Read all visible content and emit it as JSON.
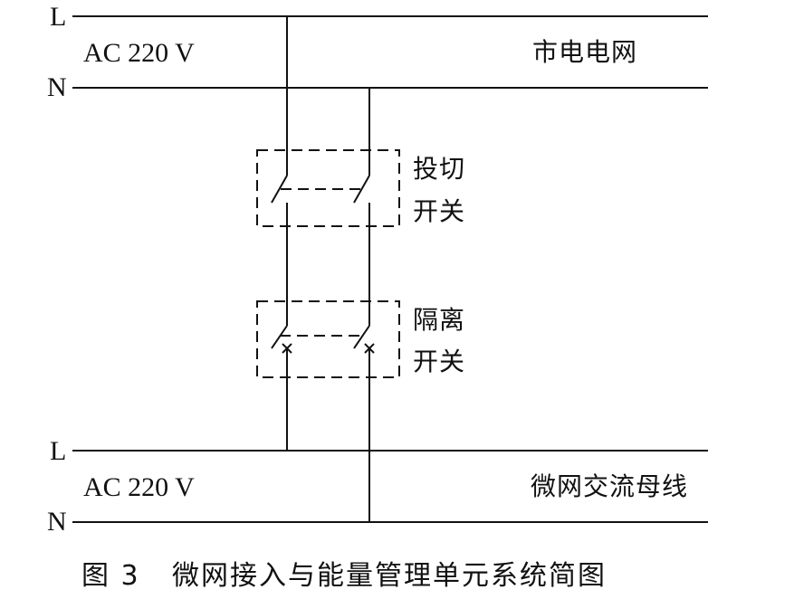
{
  "grid": {
    "l_label": "L",
    "n_label": "N",
    "voltage": "AC 220 V",
    "name": "市电电网"
  },
  "bus": {
    "l_label": "L",
    "n_label": "N",
    "voltage": "AC 220 V",
    "name": "微网交流母线"
  },
  "transfer_switch": {
    "line1": "投切",
    "line2": "开关"
  },
  "isolation_switch": {
    "line1": "隔离",
    "line2": "开关"
  },
  "caption": {
    "number": "图 3",
    "title": "微网接入与能量管理单元系统简图"
  }
}
